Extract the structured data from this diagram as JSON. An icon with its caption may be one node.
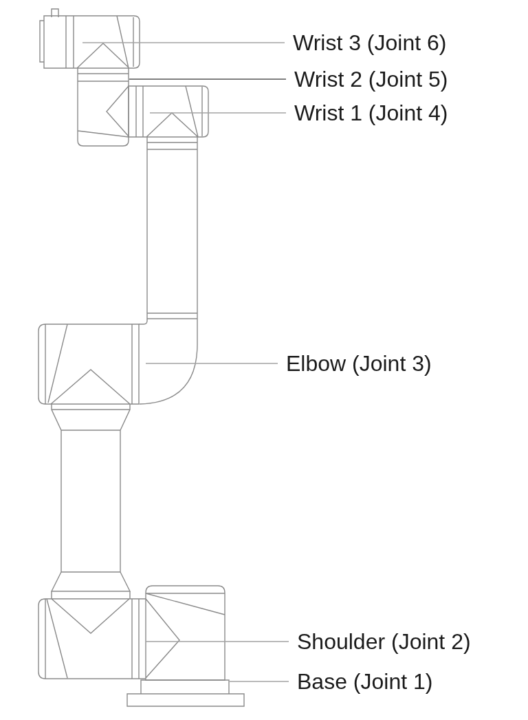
{
  "diagram": {
    "nodes": [
      {
        "text": [
          "Wrist 3 (Joint 6)"
        ]
      },
      {
        "text": [
          "Wrist 2 (Joint 5)"
        ]
      },
      {
        "text": [
          "Wrist 1 (Joint 4)"
        ]
      },
      {
        "text": [
          "Elbow (Joint 3)"
        ]
      },
      {
        "text": [
          "Shoulder (Joint 2)"
        ]
      },
      {
        "text": [
          "Base (Joint 1)"
        ]
      },
      {
        "text": [],
        "shape": "picture"
      },
      {
        "text": [],
        "shape": "picture"
      },
      {
        "text": [],
        "shape": "picture"
      },
      {
        "text": [],
        "shape": "picture"
      },
      {
        "text": [],
        "shape": "picture"
      },
      {
        "text": [],
        "shape": "picture"
      }
    ],
    "edges": [
      {
        "from": 0,
        "to": 6,
        "arrow": "none"
      },
      {
        "from": 1,
        "to": 7,
        "arrow": "none",
        "color": "#555555"
      },
      {
        "from": 2,
        "to": 8,
        "arrow": "none"
      },
      {
        "from": 3,
        "to": 9,
        "arrow": "none"
      },
      {
        "from": 4,
        "to": 10,
        "arrow": "none"
      },
      {
        "from": 5,
        "to": 11,
        "arrow": "none"
      }
    ]
  }
}
